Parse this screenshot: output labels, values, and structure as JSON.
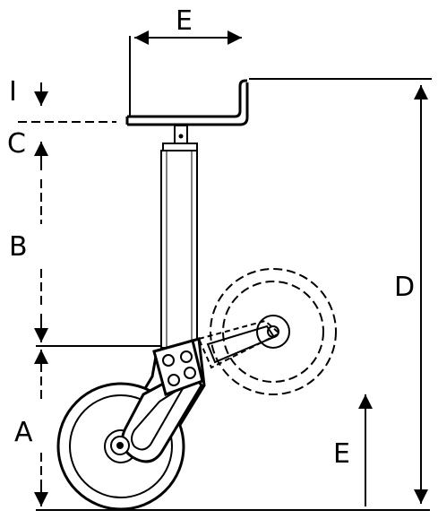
{
  "labels": {
    "dim_e_top": "E",
    "dim_i": "I",
    "dim_c": "C",
    "dim_b": "B",
    "dim_a": "A",
    "dim_d": "D",
    "dim_e_right": "E"
  },
  "icons": {
    "wheel": "jockey-wheel",
    "clamp": "mounting-bracket"
  }
}
